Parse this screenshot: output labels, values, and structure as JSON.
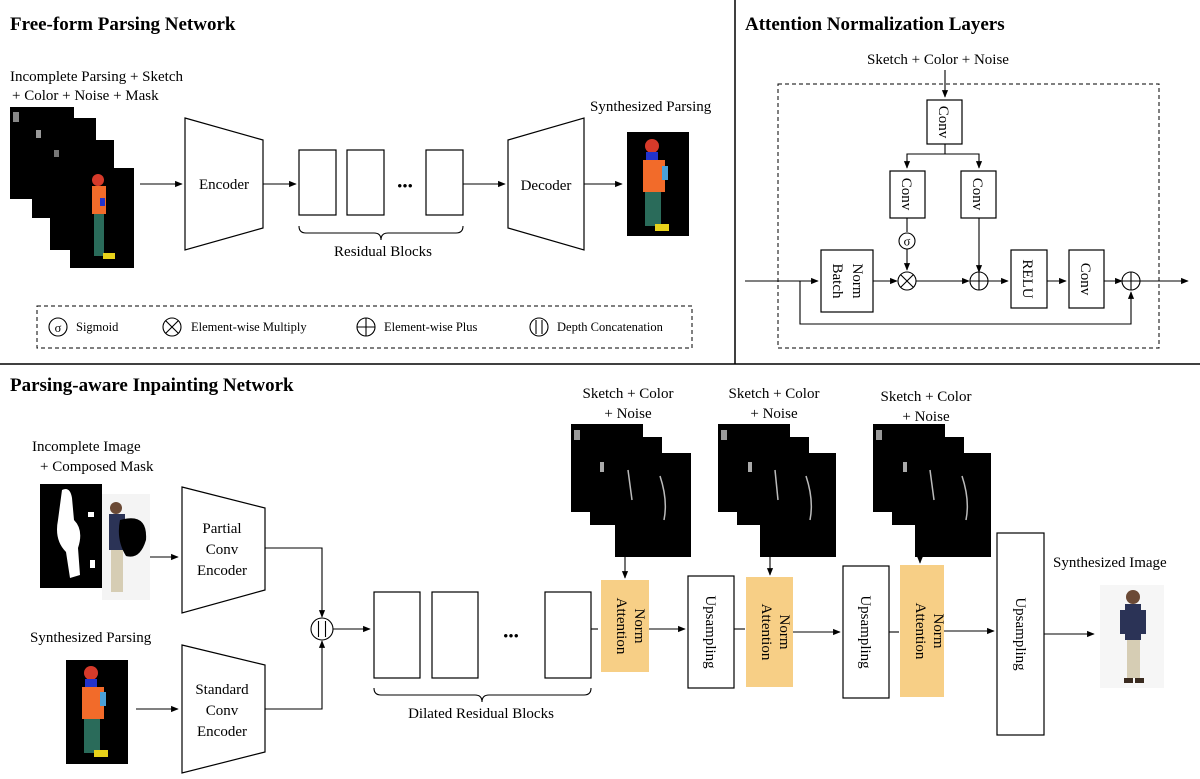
{
  "top_left": {
    "title": "Free-form Parsing Network",
    "input_label_1": "Incomplete Parsing + Sketch",
    "input_label_2": "+ Color + Noise + Mask",
    "encoder": "Encoder",
    "decoder": "Decoder",
    "ellipsis": "•••",
    "residual_blocks": "Residual Blocks",
    "output_label": "Synthesized Parsing"
  },
  "legend": {
    "items": [
      {
        "symbol": "σ",
        "label": "Sigmoid"
      },
      {
        "symbol": "⊗",
        "label": "Element-wise  Multiply"
      },
      {
        "symbol": "⊕",
        "label": "Element-wise  Plus"
      },
      {
        "symbol": "◫",
        "label": "Depth Concatenation"
      }
    ]
  },
  "top_right": {
    "title": "Attention Normalization Layers",
    "input_label": "Sketch + Color + Noise",
    "conv": "Conv",
    "batch_norm": "Batch Norm",
    "relu": "RELU",
    "sigma": "σ"
  },
  "bottom": {
    "title": "Parsing-aware Inpainting Network",
    "input1_line1": "Incomplete Image",
    "input1_line2": "+ Composed Mask",
    "input2": "Synthesized Parsing",
    "partial_encoder": [
      "Partial",
      "Conv",
      "Encoder"
    ],
    "standard_encoder": [
      "Standard",
      "Conv",
      "Encoder"
    ],
    "dilated_blocks": "Dilated  Residual Blocks",
    "ellipsis": "•••",
    "sketch_line1": "Sketch + Color",
    "sketch_line2": "+ Noise",
    "attention_norm": "Attention Norm",
    "upsampling": "Upsampling",
    "output_label": "Synthesized Image"
  },
  "colors": {
    "attention_fill": "#f7cf86",
    "parsing_orange": "#f26b2a",
    "parsing_teal": "#2a6b5a",
    "parsing_blue": "#2233cc",
    "parsing_red": "#d63a2a",
    "parsing_yellow": "#e8d21a"
  }
}
